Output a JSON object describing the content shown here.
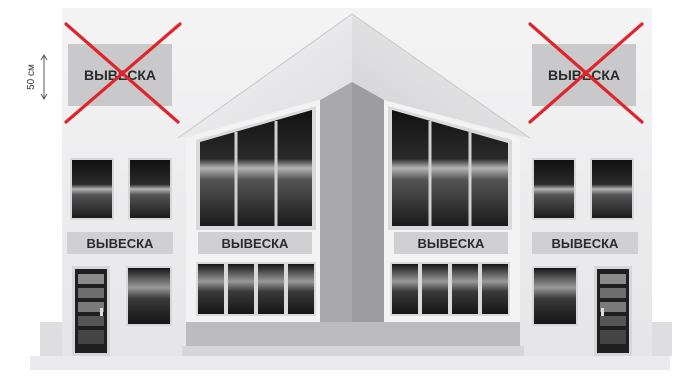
{
  "signs": {
    "top_left": "ВЫВЕСКА",
    "top_right": "ВЫВЕСКА",
    "left": "ВЫВЕСКА",
    "center_left": "ВЫВЕСКА",
    "center_right": "ВЫВЕСКА",
    "right": "ВЫВЕСКА"
  },
  "dimension_label": "50 см",
  "colors": {
    "cross": "#e0252a",
    "wall": "#f2f2f3",
    "sign_bg": "#d0d0d2",
    "pillar": "#a9a9ab",
    "window_dark": "#1c1c1c"
  }
}
